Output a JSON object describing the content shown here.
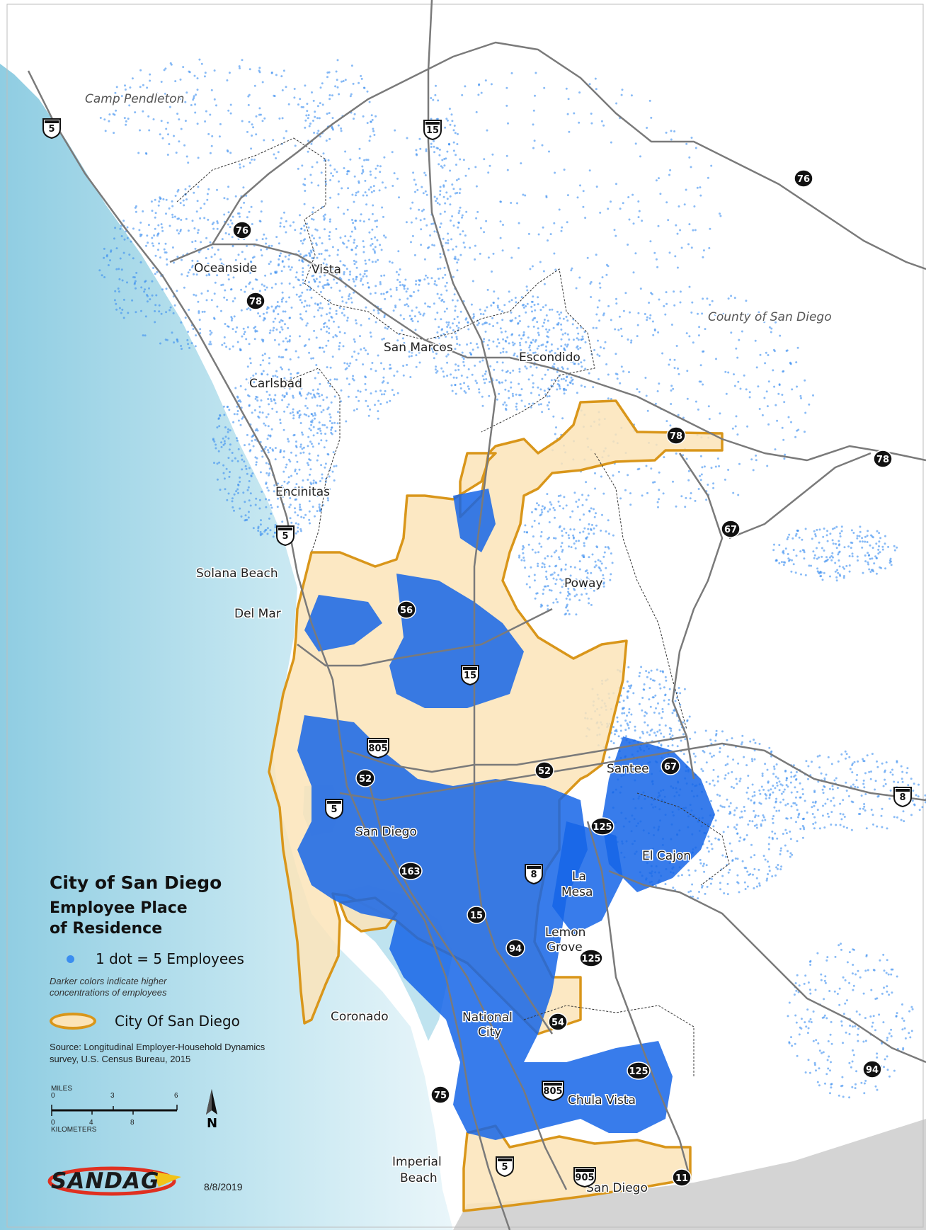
{
  "legend": {
    "title": "City of San Diego",
    "subtitle": "Employee Place of Residence",
    "dot_label": "1 dot = 5 Employees",
    "note": "Darker colors indicate higher concentrations of employees",
    "city_label": "City Of San Diego",
    "source": "Source: Longitudinal Employer-Household Dynamics survey, U.S. Census Bureau, 2015"
  },
  "scale": {
    "miles_label": "MILES",
    "miles_ticks": [
      "0",
      "3",
      "6"
    ],
    "km_label": "KILOMETERS",
    "km_ticks": [
      "0",
      "4",
      "8"
    ]
  },
  "north_label": "N",
  "logo_text": "SANDAG",
  "date": "8/8/2019",
  "places": {
    "camp_pendleton": "Camp Pendleton",
    "county": "County of San Diego",
    "oceanside": "Oceanside",
    "vista": "Vista",
    "san_marcos": "San Marcos",
    "escondido": "Escondido",
    "carlsbad": "Carlsbad",
    "encinitas": "Encinitas",
    "solana_beach": "Solana Beach",
    "del_mar": "Del Mar",
    "poway": "Poway",
    "santee": "Santee",
    "san_diego": "San Diego",
    "el_cajon": "El Cajon",
    "la_mesa_1": "La",
    "la_mesa_2": "Mesa",
    "lemon_grove_1": "Lemon",
    "lemon_grove_2": "Grove",
    "coronado": "Coronado",
    "national_city_1": "National",
    "national_city_2": "City",
    "chula_vista": "Chula Vista",
    "imperial_beach_1": "Imperial",
    "imperial_beach_2": "Beach",
    "san_diego_south": "San Diego"
  },
  "routes": {
    "i5_north": "5",
    "i15_north": "15",
    "sr76_east": "76",
    "sr76_west": "76",
    "sr78_west": "78",
    "sr78_mid": "78",
    "sr78_east": "78",
    "sr67_north": "67",
    "i5_encinitas": "5",
    "sr56": "56",
    "i15_mid": "15",
    "i805_north": "805",
    "sr52_west": "52",
    "sr52_east": "52",
    "sr67_santee": "67",
    "i8_east": "8",
    "i5_sd": "5",
    "sr125_north": "125",
    "sr163": "163",
    "i8_mid": "8",
    "i15_south": "15",
    "sr94_west": "94",
    "sr125_mid": "125",
    "sr54": "54",
    "sr125_south": "125",
    "sr94_east": "94",
    "i805_south": "805",
    "sr75": "75",
    "i5_south": "5",
    "i905": "905",
    "sr11": "11"
  },
  "colors": {
    "ocean": "#bfe3ef",
    "city_fill": "#fce4b8",
    "city_border": "#d9961a",
    "dots": "#3b8df0",
    "dense": "#1565e8",
    "road": "#7a7a7a",
    "mexico": "#d4d4d4"
  }
}
